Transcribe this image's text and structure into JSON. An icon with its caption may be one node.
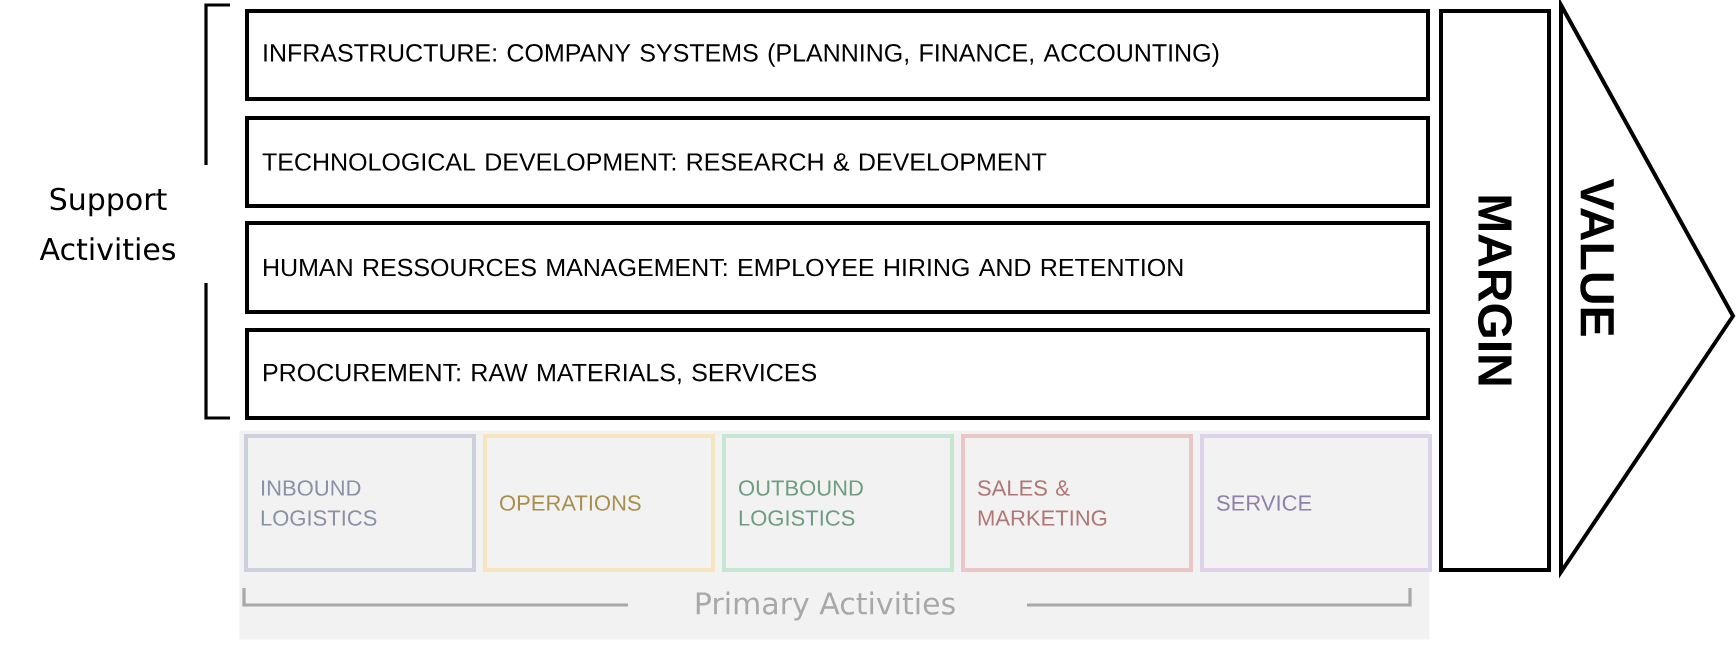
{
  "diagram": {
    "nodes": [
      {
        "text": [
          "INFRASTRUCTURE: COMPANY SYSTEMS (PLANNING, FINANCE, ACCOUNTING)"
        ]
      },
      {
        "text": [
          "TECHNOLOGICAL DEVELOPMENT: RESEARCH & DEVELOPMENT"
        ]
      },
      {
        "text": [
          "HUMAN RESSOURCES MANAGEMENT: EMPLOYEE HIRING AND RETENTION"
        ]
      },
      {
        "text": [
          "PROCUREMENT: RAW MATERIALS, SERVICES"
        ]
      },
      {
        "text": [
          "Primary Activities"
        ]
      },
      {
        "text": [
          "INBOUND LOGISTICS"
        ],
        "in": 4
      },
      {
        "text": [
          "OPERATIONS"
        ],
        "in": 4
      },
      {
        "text": [
          "OUTBOUND LOGISTICS"
        ],
        "in": 4
      },
      {
        "text": [
          "SALES & MARKETING"
        ],
        "in": 4
      },
      {
        "text": [
          "SERVICE"
        ],
        "in": 4
      },
      {
        "text": [
          "MARGIN"
        ]
      },
      {
        "text": [
          "VALUE"
        ]
      }
    ],
    "edges": [],
    "labels": [
      "Support Activities"
    ]
  }
}
